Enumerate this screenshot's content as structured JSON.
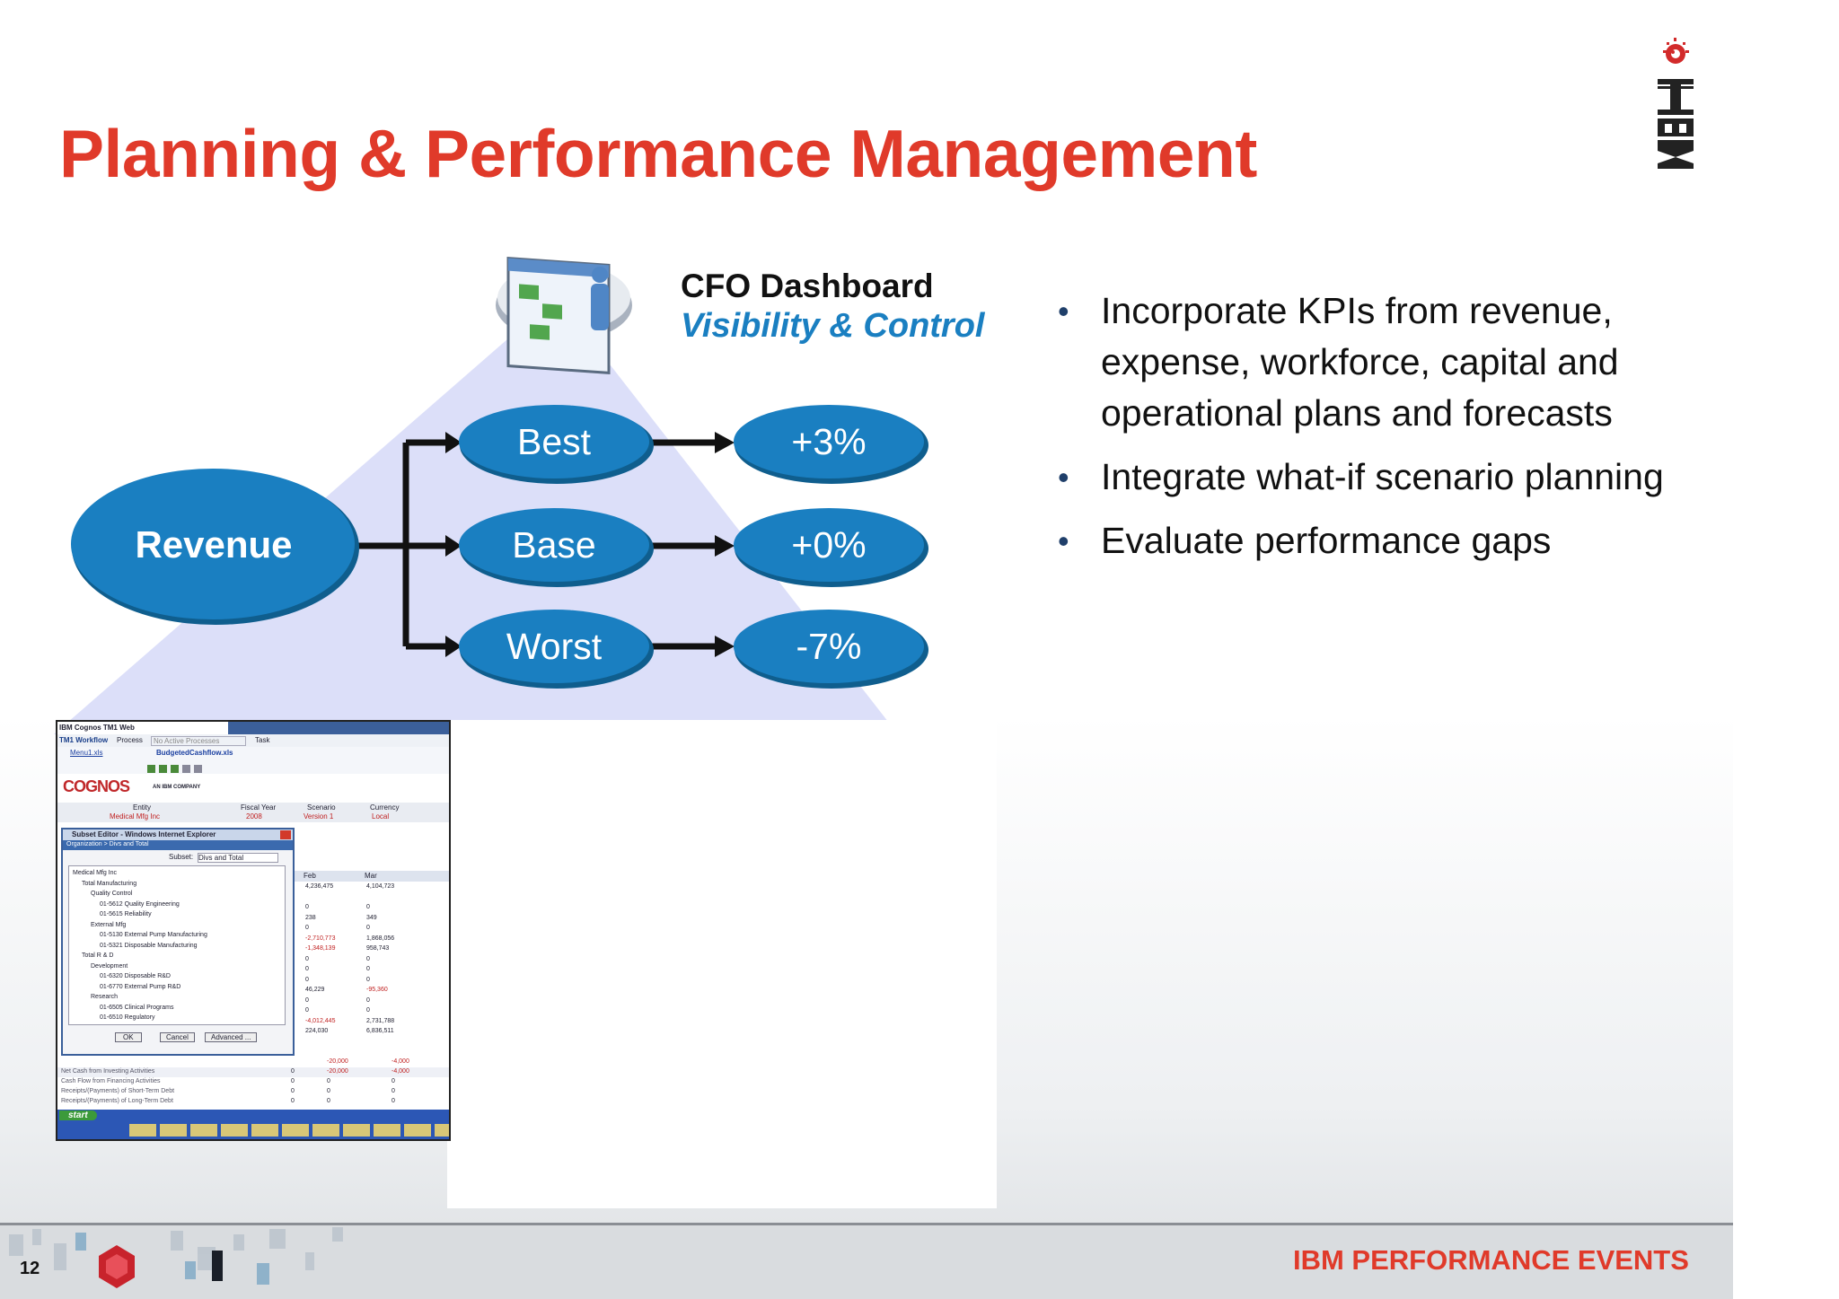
{
  "slide": {
    "title": "Planning & Performance Management",
    "page_number": "12",
    "footer": "IBM PERFORMANCE EVENTS"
  },
  "logo": {
    "name": "IBM"
  },
  "dashboard": {
    "title": "CFO Dashboard",
    "subtitle": "Visibility & Control"
  },
  "diagram": {
    "source": "Revenue",
    "scenarios": [
      {
        "label": "Best",
        "result": "+3%"
      },
      {
        "label": "Base",
        "result": "+0%"
      },
      {
        "label": "Worst",
        "result": "-7%"
      }
    ]
  },
  "bullets": [
    "Incorporate KPIs from revenue, expense, workforce, capital and operational plans and forecasts",
    "Integrate what-if scenario planning",
    "Evaluate performance gaps"
  ],
  "screenshot": {
    "window_title": "IBM Cognos TM1 Web",
    "workflow": "TM1 Workflow",
    "process_label": "Process",
    "process_value": "No Active Processes",
    "task_label": "Task",
    "tabs": [
      "Menu1.xls",
      "BudgetedCashflow.xls"
    ],
    "brand": "COGNOS",
    "brand_sub": "AN IBM COMPANY",
    "headers": [
      "Entity",
      "Fiscal Year",
      "Scenario",
      "Currency"
    ],
    "header_values": [
      "Medical Mfg Inc",
      "2008",
      "Version 1",
      "Local"
    ],
    "dialog_title": "Subset Editor - Windows Internet Explorer",
    "dialog_path": "Organization > Divs and Total",
    "subset_label": "Subset:",
    "subset_value": "Divs and Total",
    "tree": [
      "Medical Mfg Inc",
      "Total Manufacturing",
      "Quality Control",
      "01-5612 Quality Engineering",
      "01-5615 Reliability",
      "External Mfg",
      "01-5130 External Pump Manufacturing",
      "01-5321 Disposable Manufacturing",
      "Total R & D",
      "Development",
      "01-6320 Disposable R&D",
      "01-6770 External Pump R&D",
      "Research",
      "01-6505 Clinical Programs",
      "01-6510 Regulatory"
    ],
    "buttons": [
      "OK",
      "Cancel",
      "Advanced ..."
    ],
    "col_headers": [
      "Feb",
      "Mar"
    ],
    "feb": [
      "4,236,475",
      "",
      "0",
      "238",
      "0",
      "-2,710,773",
      "-1,348,139",
      "0",
      "0",
      "0",
      "46,229",
      "0",
      "0",
      "-4,012,445",
      "224,030"
    ],
    "mar": [
      "4,104,723",
      "",
      "0",
      "349",
      "0",
      "1,868,056",
      "958,743",
      "0",
      "0",
      "0",
      "-95,360",
      "0",
      "0",
      "2,731,788",
      "6,836,511"
    ],
    "bottom_rows": [
      {
        "label": "",
        "v1": "",
        "v2": "-20,000",
        "v3": "-4,000"
      },
      {
        "label": "Net Cash from Investing Activities",
        "v1": "0",
        "v2": "-20,000",
        "v3": "-4,000"
      },
      {
        "label": "Cash Flow from Financing Activities",
        "v1": "0",
        "v2": "0",
        "v3": "0"
      },
      {
        "label": "Receipts/(Payments) of Short-Term Debt",
        "v1": "0",
        "v2": "0",
        "v3": "0"
      },
      {
        "label": "Receipts/(Payments) of Long-Term Debt",
        "v1": "0",
        "v2": "0",
        "v3": "0"
      }
    ],
    "start_label": "start"
  },
  "colors": {
    "title_red": "#e03a2a",
    "ellipse_blue": "#1a7fc1",
    "triangle": "#dcdff9",
    "subtitle_blue": "#1a7fc1"
  }
}
